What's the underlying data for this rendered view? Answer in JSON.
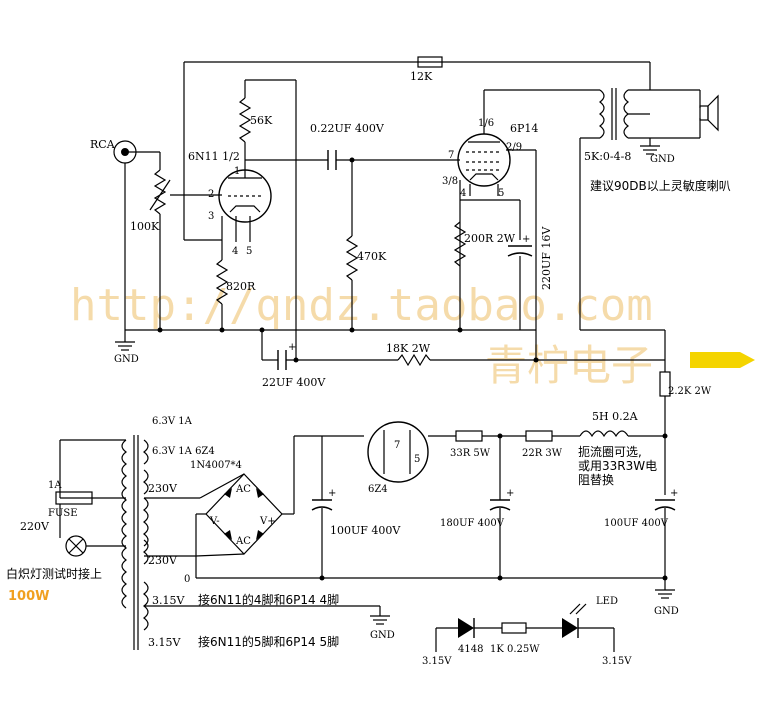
{
  "watermark": {
    "url": "http://qndz.taobao.com",
    "shop": "青柠电子",
    "arrow_color": "#f4d400"
  },
  "input": {
    "rca": "RCA",
    "pot": "100K"
  },
  "triode": {
    "name": "6N11 1/2",
    "pin1": "1",
    "pin2": "2",
    "pin3": "3",
    "pin4": "4",
    "pin5": "5"
  },
  "parts": {
    "r_plate": "56K",
    "c_coupling": "0.22UF 400V",
    "r_grid": "470K",
    "r_cathode": "820R",
    "r_feedback": "12K",
    "c_filter_a": "22UF 400V",
    "r_drop": "18K 2W",
    "r_cathode_out": "200R 2W",
    "c_cathode_out": "220UF 16V",
    "r_drop2": "2.2K 2W"
  },
  "pentode": {
    "name": "6P14",
    "pin16": "1/6",
    "pin7": "7",
    "pin29": "2/9",
    "pin38": "3/8",
    "pin4": "4",
    "pin5": "5"
  },
  "output": {
    "transformer": "5K:0-4-8",
    "note": "建议90DB以上灵敏度喇叭"
  },
  "gnd": "GND",
  "power": {
    "sec1": "6.3V 1A",
    "sec2": "6.3V 1A 6Z4",
    "sec3a": "230V",
    "sec3b": "230V",
    "fil1": "3.15V",
    "fil1_note": "接6N11的4脚和6P14 4脚",
    "fil2": "3.15V",
    "fil2_note": "接6N11的5脚和6P14 5脚",
    "fil_zero": "0",
    "mains": "220V",
    "fuse_rating": "1A",
    "fuse": "FUSE",
    "lamp_note": "白炽灯测试时接上",
    "lamp_w": "100W",
    "bridge": "1N4007*4",
    "ac1": "AC",
    "ac2": "AC",
    "vminus": "V-",
    "vplus": "V+",
    "c1": "100UF 400V",
    "rect": "6Z4",
    "rect_pin7": "7",
    "rect_pin5": "5",
    "r1": "33R 5W",
    "r2": "22R 3W",
    "choke": "5H 0.2A",
    "choke_note1": "扼流圈可选,",
    "choke_note2": "或用33R3W电",
    "choke_note3": "阻替换",
    "c2": "180UF 400V",
    "c3": "100UF 400V"
  },
  "led": {
    "left": "3.15V",
    "diode": "4148",
    "res": "1K 0.25W",
    "label": "LED",
    "right": "3.15V"
  }
}
